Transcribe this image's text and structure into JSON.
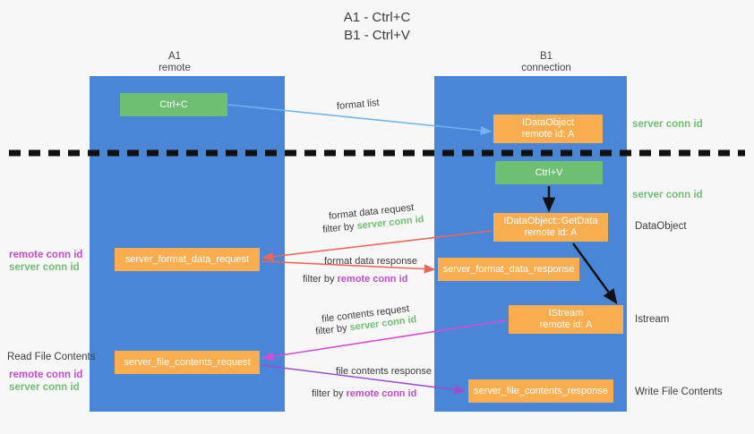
{
  "title": {
    "line1": "A1 - Ctrl+C",
    "line2": "B1 - Ctrl+V"
  },
  "lanes": [
    {
      "name": "A1",
      "sub": "remote",
      "color": "#4a86d8"
    },
    {
      "name": "B1",
      "sub": "connection",
      "color": "#4a86d8"
    }
  ],
  "boxes": {
    "ctrl_c": {
      "label": "Ctrl+C",
      "color": "#6fbf73"
    },
    "ctrl_v": {
      "label": "Ctrl+V",
      "color": "#6fbf73"
    },
    "idataobject": {
      "line1": "IDataObject",
      "line2": "remote id: A",
      "color": "#f9ad4e"
    },
    "getdata": {
      "line1": "IDataObject::GetData",
      "line2": "remote id: A",
      "color": "#f9ad4e"
    },
    "istream": {
      "line1": "IStream",
      "line2": "remote id: A",
      "color": "#f9ad4e"
    },
    "server_format_data_request": {
      "label": "server_format_data_request",
      "color": "#f9ad4e"
    },
    "server_format_data_response": {
      "label": "server_format_data_response",
      "color": "#f9ad4e"
    },
    "server_file_contents_request": {
      "label": "server_file_contents_request",
      "color": "#f9ad4e"
    },
    "server_file_contents_response": {
      "label": "server_file_contents_response",
      "color": "#f9ad4e"
    }
  },
  "flow_labels": {
    "format_list": "format list",
    "format_data_request": "format data request",
    "filter_by": "filter by ",
    "server_conn_id": "server conn id",
    "remote_conn_id": "remote conn id",
    "format_data_response": "format data response",
    "file_contents_request": "file contents request",
    "file_contents_response": "file contents response"
  },
  "side_labels": {
    "server_conn_id_top": "server conn id",
    "server_conn_id_mid": "server conn id",
    "dataobject": "DataObject",
    "istream": "Istream",
    "write_file_contents": "Write File Contents",
    "read_file_contents": "Read File Contents",
    "remote_conn_id": "remote conn id",
    "server_conn_id": "server conn id"
  },
  "colors": {
    "lane": "#4a86d8",
    "green": "#6fbf73",
    "orange": "#f9ad4e",
    "green_text": "#6fbf73",
    "purple_text": "#c64ad0",
    "arrow_blue": "#6fb3e8",
    "arrow_red": "#e8685d",
    "arrow_magenta": "#d44bd4",
    "arrow_purple": "#9b4fd0",
    "arrow_black": "#111111",
    "divider": "#111111"
  }
}
